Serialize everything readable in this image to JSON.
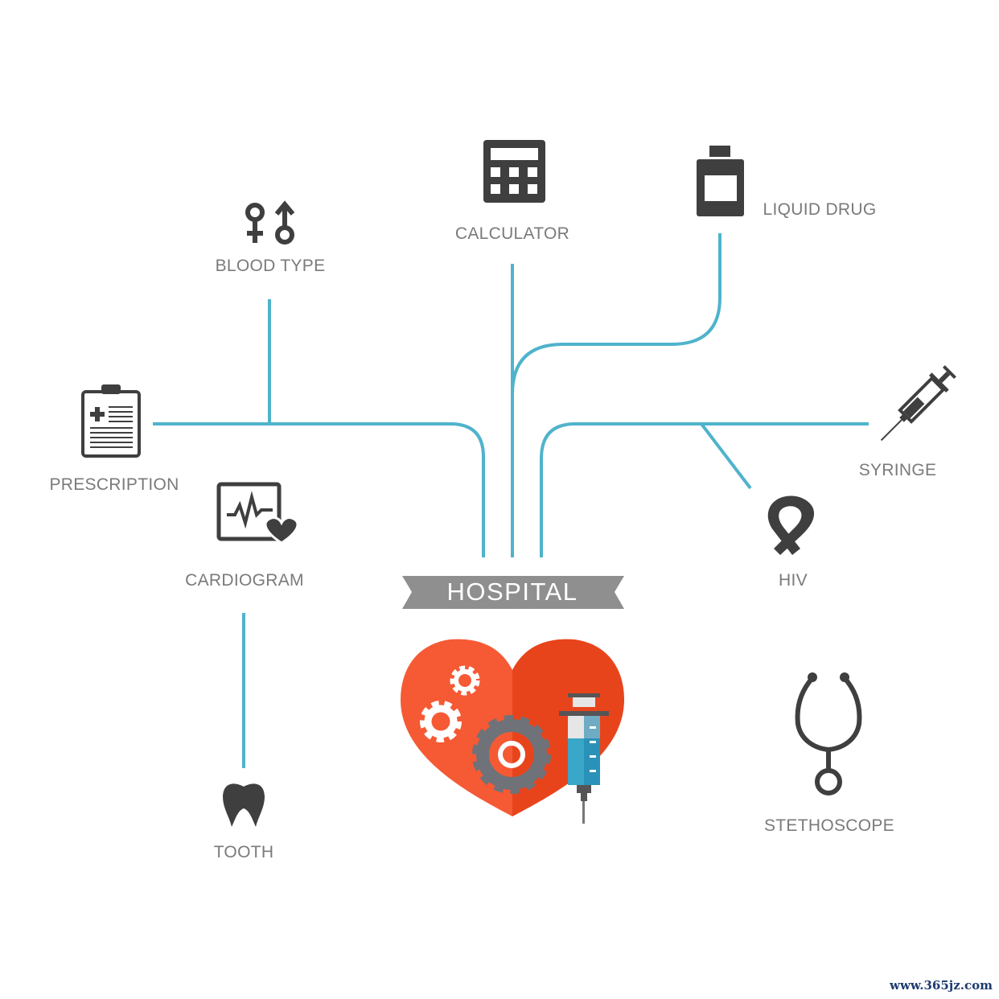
{
  "title": "HOSPITAL",
  "nodes": {
    "calculator": "CALCULATOR",
    "liquid_drug": "LIQUID DRUG",
    "blood_type": "BLOOD TYPE",
    "prescription": "PRESCRIPTION",
    "cardiogram": "CARDIOGRAM",
    "syringe": "SYRINGE",
    "hiv": "HIV",
    "stethoscope": "STETHOSCOPE",
    "tooth": "TOOTH"
  },
  "watermark": "www.365jz.com",
  "colors": {
    "line": "#4fb3cc",
    "icon": "#3f3f3f",
    "label": "#7a7a7a",
    "banner": "#8f8f8f",
    "heart_left": "#f55a34",
    "heart_right": "#e8441c"
  }
}
